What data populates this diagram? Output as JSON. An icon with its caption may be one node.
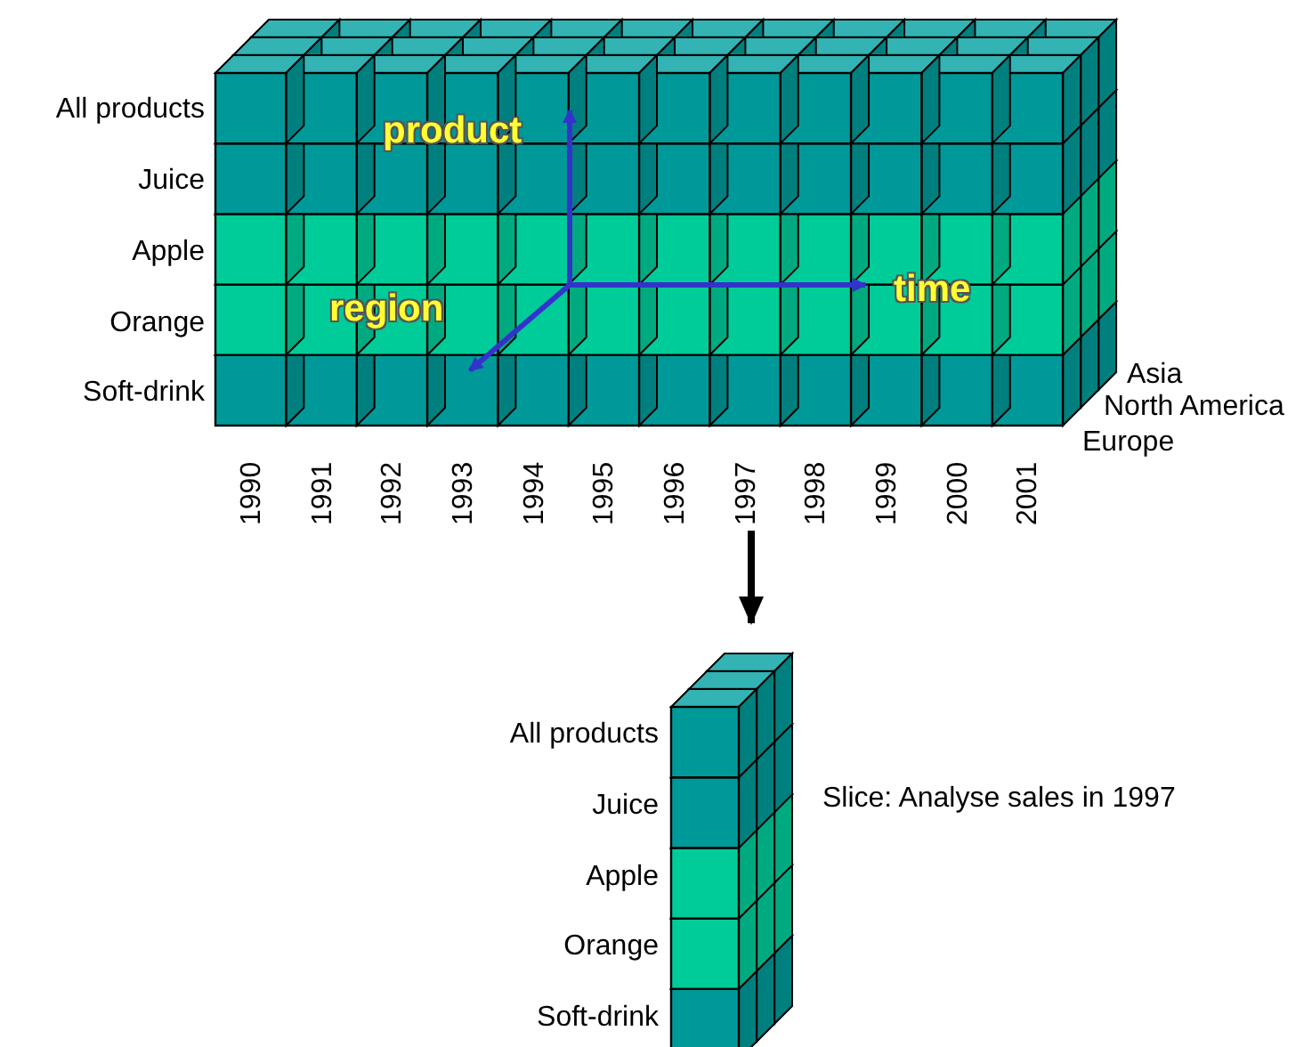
{
  "diagram": {
    "nodes": [
      {
        "text": [],
        "shape": "picture"
      },
      {
        "text": [],
        "shape": "picture",
        "beside": [
          "Slice: Analyse sales in 1997"
        ]
      }
    ],
    "edges": [
      {
        "from": 0,
        "to": 1,
        "arrow": "to"
      }
    ],
    "labels": [
      "All products",
      "Juice",
      "Apple",
      "Orange",
      "Soft-drink",
      "product",
      "region",
      "time",
      "Asia",
      "North America",
      "Europe",
      "1990",
      "1991",
      "1992",
      "1993",
      "1994",
      "1995",
      "1996",
      "1997",
      "1998",
      "1999",
      "2000",
      "2001",
      "All products",
      "Juice",
      "Apple",
      "Orange",
      "Soft-drink"
    ]
  }
}
